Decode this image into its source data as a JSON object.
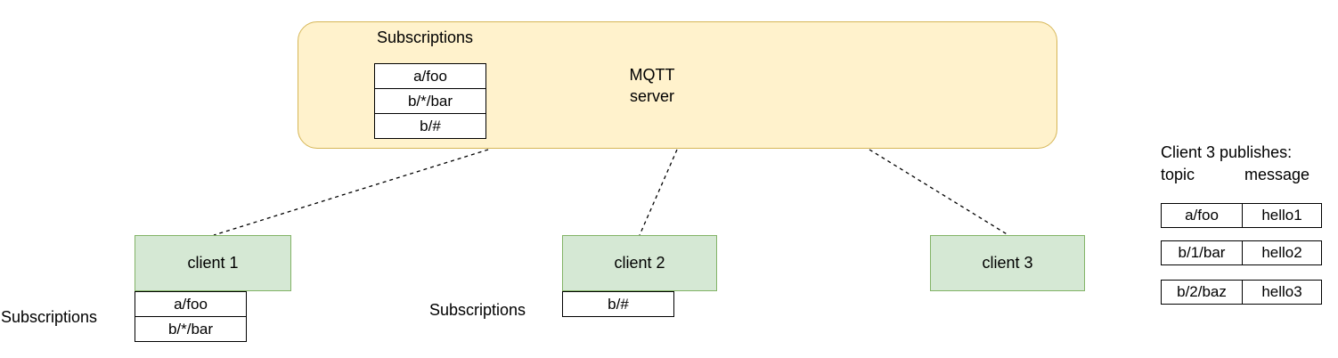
{
  "server": {
    "title_line1": "MQTT",
    "title_line2": "server",
    "subscriptions_label": "Subscriptions",
    "subscriptions": [
      "a/foo",
      "b/*/bar",
      "b/#"
    ]
  },
  "clients": [
    {
      "label": "client 1",
      "subscriptions_label": "Subscriptions",
      "subscriptions": [
        "a/foo",
        "b/*/bar"
      ]
    },
    {
      "label": "client 2",
      "subscriptions_label": "Subscriptions",
      "subscriptions": [
        "b/#"
      ]
    },
    {
      "label": "client 3"
    }
  ],
  "publishes": {
    "heading": "Client 3 publishes:",
    "topic_header": "topic",
    "message_header": "message",
    "rows": [
      {
        "topic": "a/foo",
        "message": "hello1"
      },
      {
        "topic": "b/1/bar",
        "message": "hello2"
      },
      {
        "topic": "b/2/baz",
        "message": "hello3"
      }
    ]
  },
  "colors": {
    "server_fill": "#fff2cc",
    "server_border": "#d6b656",
    "client_fill": "#d5e8d4",
    "client_border": "#82b366"
  }
}
